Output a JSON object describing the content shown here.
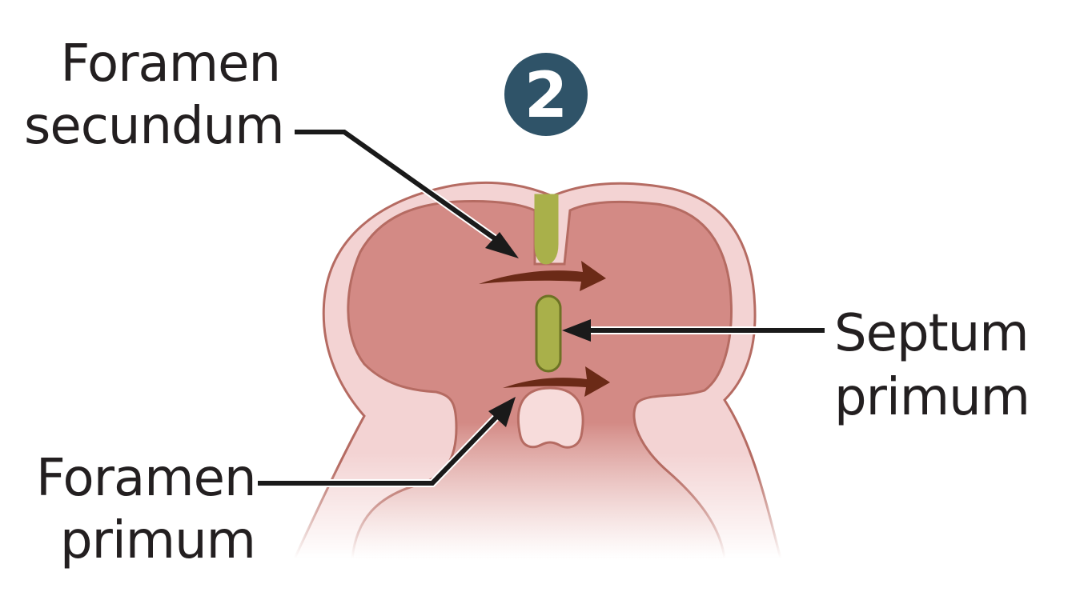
{
  "step": {
    "number": "2",
    "badge_color": "#2f5368"
  },
  "labels": {
    "foramen_secundum": {
      "line1": "Foramen",
      "line2": "secundum"
    },
    "septum_primum": {
      "line1": "Septum",
      "line2": "primum"
    },
    "foramen_primum": {
      "line1": "Foramen",
      "line2": "primum"
    }
  },
  "colors": {
    "outer_tissue": "#f3d3d3",
    "outline": "#b56b62",
    "chamber": "#d38a85",
    "septum": "#a9b04a",
    "septum_outline": "#6d7224",
    "flow_arrow": "#6b2a17",
    "pointer": "#1a1a1a",
    "text": "#231f20"
  }
}
